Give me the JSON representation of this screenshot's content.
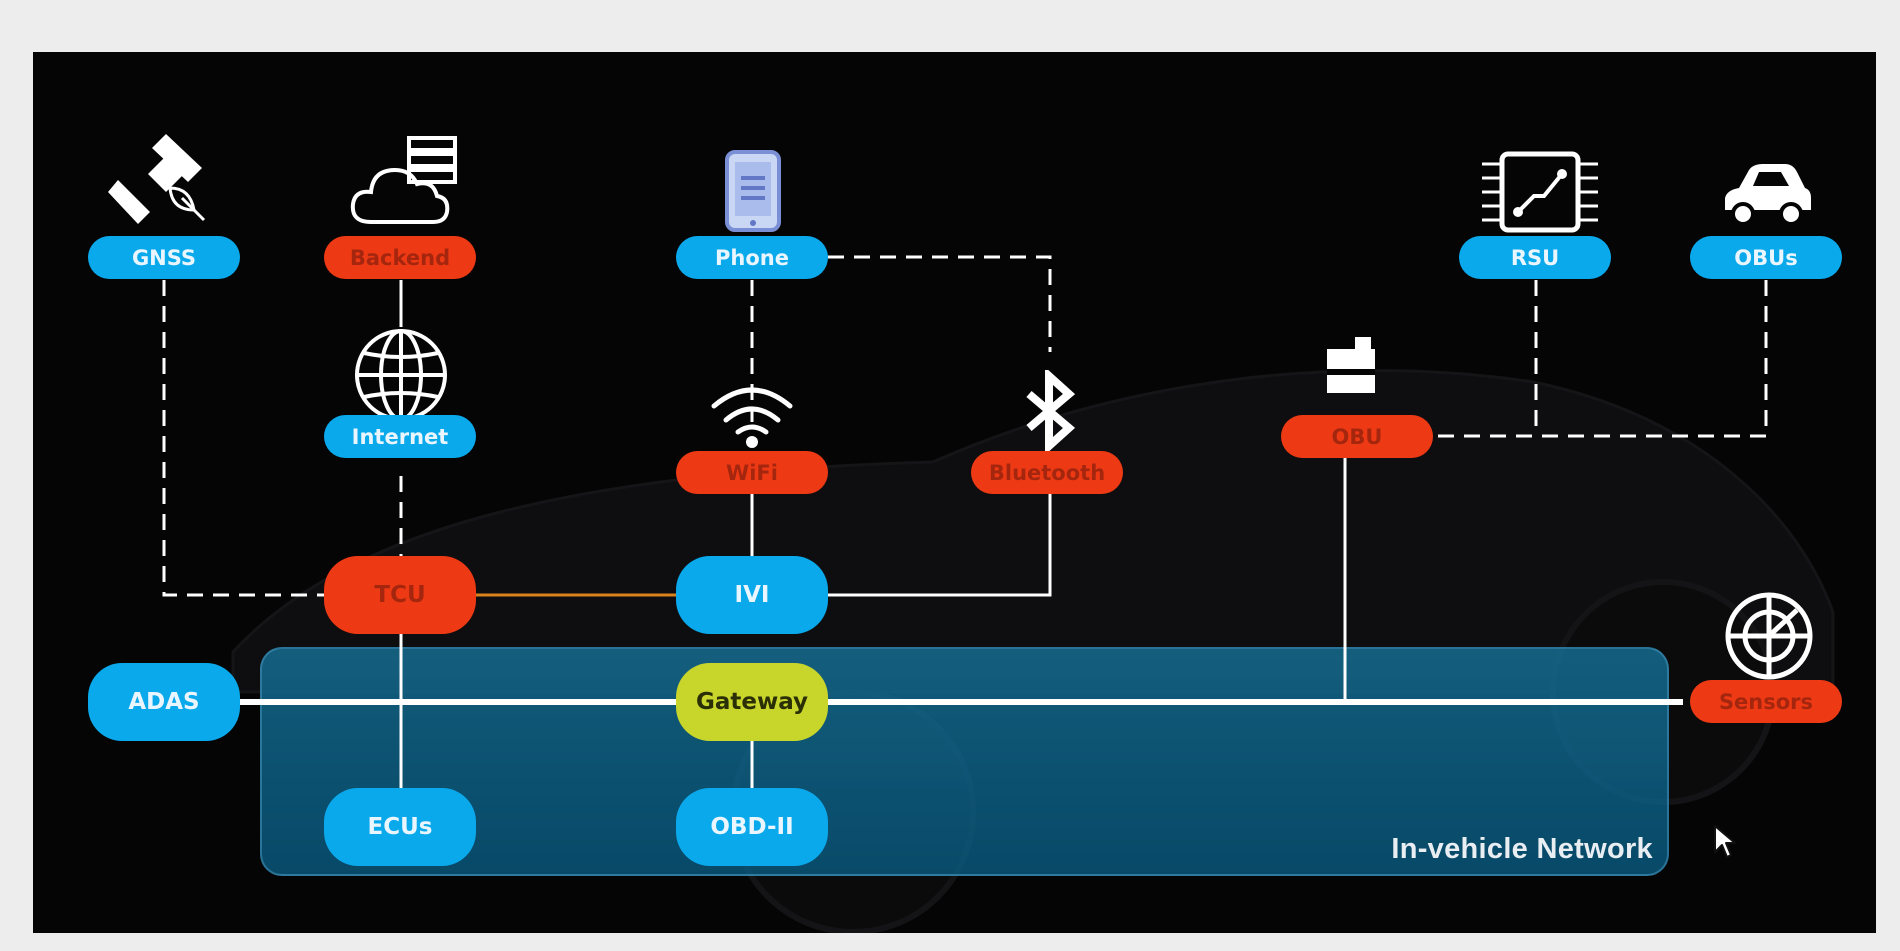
{
  "diagram": {
    "network_label": "In-vehicle Network",
    "nodes": {
      "gnss": "GNSS",
      "backend": "Backend",
      "phone": "Phone",
      "rsu": "RSU",
      "obus": "OBUs",
      "internet": "Internet",
      "wifi": "WiFi",
      "bluetooth": "Bluetooth",
      "obu": "OBU",
      "tcu": "TCU",
      "ivi": "IVI",
      "adas": "ADAS",
      "gateway": "Gateway",
      "sensors": "Sensors",
      "ecus": "ECUs",
      "obd": "OBD-II"
    },
    "icons": [
      "satellite-icon",
      "cloud-server-icon",
      "smartphone-icon",
      "globe-icon",
      "wifi-icon",
      "bluetooth-icon",
      "obu-device-icon",
      "chip-icon",
      "car-icon",
      "radar-icon"
    ],
    "colors": {
      "blue": "#0aa9ec",
      "red": "#ee3a14",
      "gateway": "#c8d62c",
      "panel": "#0d6f9c",
      "connector": "#ffffff",
      "tcu_ivi_link": "#d9831d"
    }
  }
}
